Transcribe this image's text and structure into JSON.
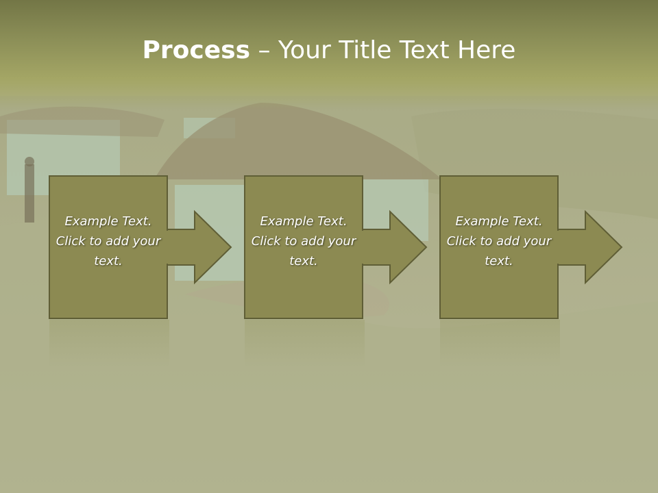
{
  "title": {
    "bold": "Process",
    "rest": " – Your Title Text Here"
  },
  "steps": [
    {
      "text": "Example Text. Click  to add your text."
    },
    {
      "text": "Example Text. Click  to add your text."
    },
    {
      "text": "Example Text. Click  to add your text."
    }
  ],
  "colors": {
    "box_fill": "#8c8a52",
    "box_stroke": "#5f5e36",
    "title_band": "#8b8e57",
    "text": "#ffffff"
  }
}
